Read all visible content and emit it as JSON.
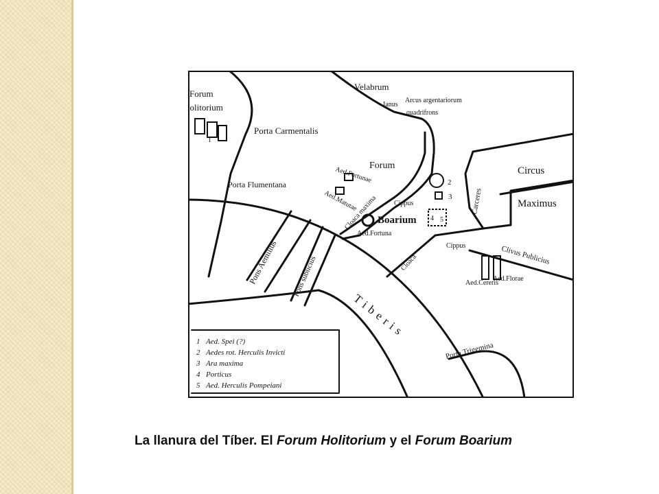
{
  "labels": {
    "forum_holitorium_1": "Forum",
    "forum_holitorium_2": "holitorium",
    "porta_carmentalis": "Porta Carmentalis",
    "porta_flumentana": "Porta Flumentana",
    "velabrum": "Velabrum",
    "arcus_argentariorum": "Arcus argentariorum",
    "ianus": "Ianus",
    "quadrifrons": "quadrifrons",
    "forum": "Forum",
    "aed_fortunae": "Aed.Fortunae",
    "aed_matutae": "Aed.Matutae",
    "cloaca_maxima": "Cloaca maxima",
    "cippus_1": "Cippus",
    "boarium": "Boarium",
    "aed_fortuna": "Aed.Fortuna",
    "circus": "Circus",
    "maximus": "Maximus",
    "carceres": "Carceres",
    "cippus_2": "Cippus",
    "clivus_publicius": "Clivus Publicius",
    "aed_cereris": "Aed.Cereris",
    "aed_florae": "Aed.Florae",
    "cloaca": "Cloaca",
    "pons_aemilius": "Pons Aemilius",
    "pons_sublicius": "Pons sublicius",
    "tiberis": "Tiberis",
    "porta_trigemina": "Porta Trigemina",
    "num_1": "1",
    "num_2": "2",
    "num_3": "3",
    "num_4": "4",
    "num_5": "5"
  },
  "legend": [
    {
      "num": "1",
      "text": "Aed. Spei (?)"
    },
    {
      "num": "2",
      "text": "Aedes rot. Herculis Invicti"
    },
    {
      "num": "3",
      "text": "Ara maxima"
    },
    {
      "num": "4",
      "text": "Porticus"
    },
    {
      "num": "5",
      "text": "Aed. Herculis Pompeiani"
    }
  ],
  "caption": {
    "part1": "La llanura del Tíber. El ",
    "part2": "Forum Holitorium",
    "part3": " y el ",
    "part4": "Forum Boarium"
  }
}
